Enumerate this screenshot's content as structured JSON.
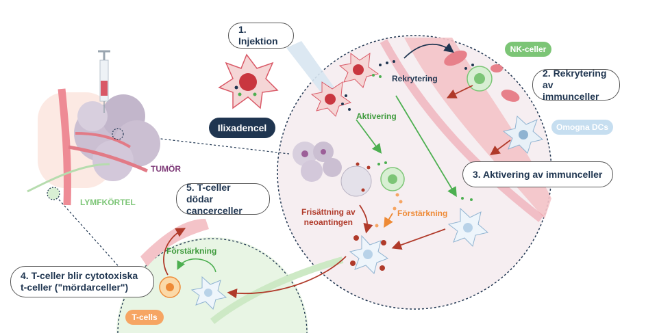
{
  "callouts": {
    "step1": "1. Injektion",
    "step2_line1": "2. Rekrytering",
    "step2_line2": "av immunceller",
    "step3": "3. Aktivering av immunceller",
    "step4_line1": "4. T-celler blir cytotoxiska",
    "step4_line2": "t-celler (\"mördarceller\")",
    "step5_line1": "5. T-celler dödar",
    "step5_line2": "cancerceller"
  },
  "drug_label": "Ilixadencel",
  "pills": {
    "nk_cells": "NK-celler",
    "immature_dcs": "Omogna DCs",
    "t_cells": "T-cells"
  },
  "labels": {
    "tumor": "TUMÖR",
    "lymph_node": "LYMFKÖRTEL",
    "recruitment": "Rekrytering",
    "activation": "Aktivering",
    "release_line1": "Frisättning av",
    "release_line2": "neoantingen",
    "amplification": "Förstärkning",
    "amplification_lymph": "Förstärkning"
  },
  "colors": {
    "navy": "#1f3550",
    "green_pill": "#7cc576",
    "light_blue_pill": "#c6def0",
    "orange_pill": "#f6a563",
    "tumor_purple": "#7e3a78",
    "lymph_green": "#7cc576",
    "activation_green": "#3e9a3c",
    "release_red": "#b03a2a",
    "amplification_orange": "#ee8a36"
  }
}
